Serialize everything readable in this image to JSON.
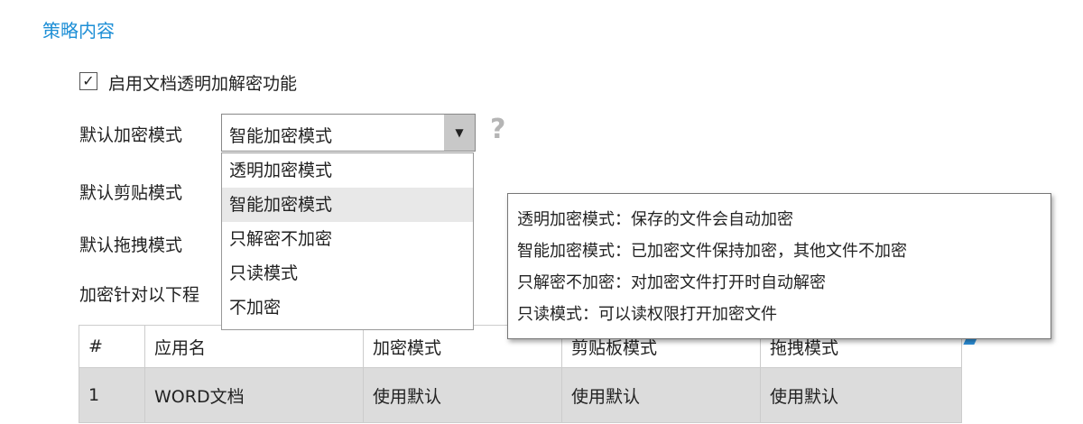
{
  "section_title": "策略内容",
  "enable_checkbox": {
    "label": "启用文档透明加解密功能",
    "checked": true
  },
  "labels": {
    "encrypt_mode": "默认加密模式",
    "clipboard_mode": "默认剪贴模式",
    "drag_mode": "默认拖拽模式",
    "target_programs": "加密针对以下程"
  },
  "combo": {
    "value": "智能加密模式",
    "help": "?"
  },
  "dropdown_options": [
    "透明加密模式",
    "智能加密模式",
    "只解密不加密",
    "只读模式",
    "不加密"
  ],
  "tooltip_lines": [
    "透明加密模式：保存的文件会自动加密",
    "智能加密模式：已加密文件保持加密，其他文件不加密",
    "只解密不加密：对加密文件打开时自动解密",
    "只读模式：可以读权限打开加密文件"
  ],
  "table": {
    "headers": [
      "#",
      "应用名",
      "加密模式",
      "剪贴板模式",
      "拖拽模式"
    ],
    "rows": [
      [
        "1",
        "WORD文档",
        "使用默认",
        "使用默认",
        "使用默认"
      ]
    ]
  }
}
